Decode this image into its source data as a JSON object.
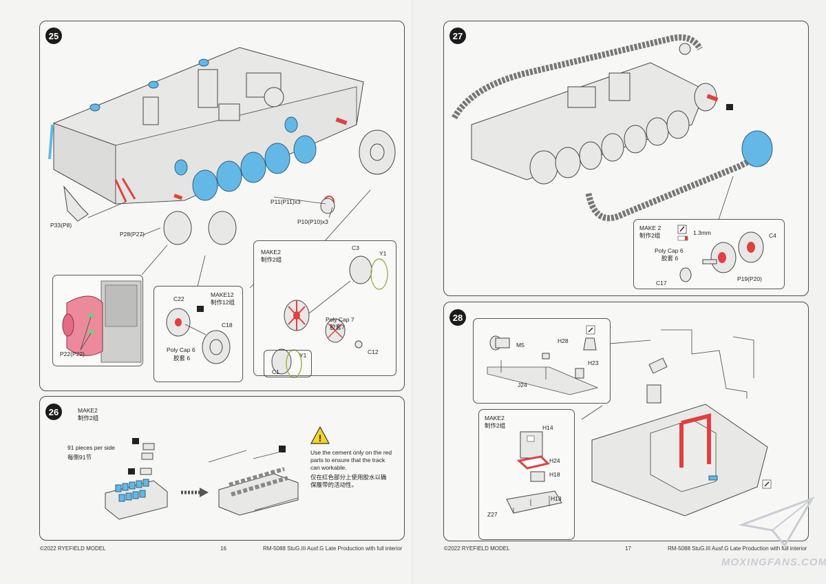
{
  "left_page": {
    "step25": {
      "number": "25",
      "labels": {
        "p33": "P33(P8)",
        "p28": "P28(P27)",
        "p11": "P11(P11)x3",
        "p10": "P10(P10)x3",
        "p22": "P22(P22)"
      },
      "callout_make12": {
        "make_en": "MAKE12",
        "make_cn": "制作12组",
        "c22": "C22",
        "c18": "C18",
        "polycap_en": "Poly Cap 6",
        "polycap_cn": "胶套 6"
      },
      "callout_make2": {
        "make_en": "MAKE2",
        "make_cn": "制作2组",
        "c3": "C3",
        "y1_top": "Y1",
        "polycap_en": "Poly Cap 7",
        "polycap_cn": "胶套7",
        "c12": "C12",
        "y1_bottom": "Y1",
        "c1": "C1"
      }
    },
    "step26": {
      "number": "26",
      "make_en": "MAKE2",
      "make_cn": "制作2组",
      "pieces_en": "91 pieces per side",
      "pieces_cn": "每侧91节",
      "warning_en": "Use the cement only on the red parts to ensure that the track can workable.",
      "warning_cn": "仅在红色部分上使用胶水以确保履带的活动性。"
    },
    "footer": {
      "copyright": "©2022 RYEFIELD MODEL",
      "page_number": "16",
      "product": "RM-5088 StuG.III Ausf.G Late Production with full interior"
    }
  },
  "right_page": {
    "step27": {
      "number": "27",
      "make_en": "MAKE 2",
      "make_cn": "制作2组",
      "thickness": "1.3mm",
      "c4": "C4",
      "polycap_en": "Poly Cap 6",
      "polycap_cn": "胶套 6",
      "c17": "C17",
      "p19": "P19(P20)"
    },
    "step28": {
      "number": "28",
      "m5": "M5",
      "h28": "H28",
      "h23": "H23",
      "j24": "J24",
      "make_en": "MAKE2",
      "make_cn": "制作2组",
      "h14": "H14",
      "h24": "H24",
      "h18": "H18",
      "h13": "H13",
      "z27": "Z27"
    },
    "footer": {
      "copyright": "©2022 RYEFIELD MODEL",
      "page_number": "17",
      "product": "RM-5088 StuG.III Ausf.G Late Production with full interior"
    },
    "watermark": "MOXINGFANS.COM"
  },
  "colors": {
    "accent_blue": "#63b8e6",
    "cement_red": "#e04040",
    "pink_part": "#ec8a9c",
    "warning_yellow": "#f5d327"
  }
}
